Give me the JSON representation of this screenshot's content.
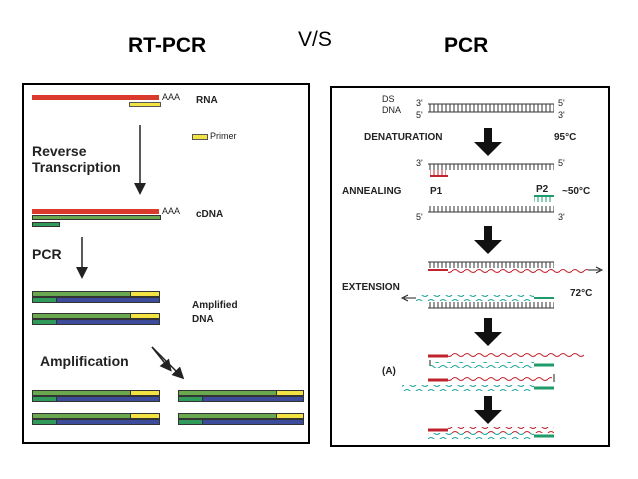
{
  "titles": {
    "left": "RT-PCR",
    "middle": "V/S",
    "right": "PCR"
  },
  "rt_pcr": {
    "poly_a": "AAA",
    "rna_label": "RNA",
    "primer_label": "Primer",
    "step_reverse": "Reverse\nTranscription",
    "cdna_label": "cDNA",
    "step_pcr": "PCR",
    "amplified_label": "Amplified\nDNA",
    "step_amplification": "Amplification",
    "colors": {
      "rna": "#d93a2b",
      "primer": "#f2e342",
      "dna_green": "#6aa84f",
      "dna_dark": "#2f9a5a",
      "dna_blue": "#3d4c9a"
    }
  },
  "pcr": {
    "ds_dna_label": "DS\nDNA",
    "strand_3": "3'",
    "strand_5": "5'",
    "denaturation": "DENATURATION",
    "temp_denaturation": "95°C",
    "annealing": "ANNEALING",
    "temp_annealing": "~50°C",
    "primer_1": "P1",
    "primer_2": "P2",
    "extension": "EXTENSION",
    "temp_extension": "72°C",
    "panel_a": "(A)",
    "colors": {
      "primer_red": "#c0232e",
      "primer_green": "#1f9a6a",
      "wavy_red": "#c0232e",
      "wavy_teal": "#1aa39a",
      "strand": "#333333"
    }
  }
}
